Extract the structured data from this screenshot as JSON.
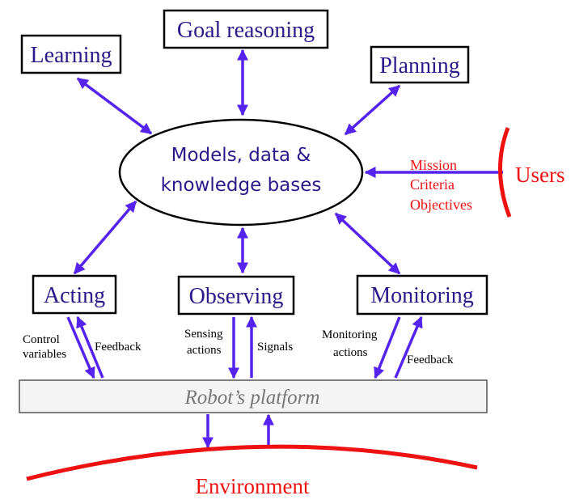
{
  "center": {
    "line1": "Models, data &",
    "line2": "knowledge bases"
  },
  "modules": {
    "learning": "Learning",
    "goal_reasoning": "Goal reasoning",
    "planning": "Planning",
    "acting": "Acting",
    "observing": "Observing",
    "monitoring": "Monitoring"
  },
  "users": {
    "label": "Users",
    "inputs": [
      "Mission",
      "Criteria",
      "Objectives"
    ]
  },
  "links": {
    "control_variables": [
      "Control",
      "variables"
    ],
    "feedback_acting": "Feedback",
    "sensing_actions": [
      "Sensing",
      "actions"
    ],
    "signals": "Signals",
    "monitoring_actions": [
      "Monitoring",
      "actions"
    ],
    "feedback_monitoring": "Feedback"
  },
  "platform": "Robot’s platform",
  "environment": "Environment",
  "colors": {
    "arrow": "#5522ee",
    "module_text": "#2a1a8a",
    "users": "#ee1111"
  }
}
